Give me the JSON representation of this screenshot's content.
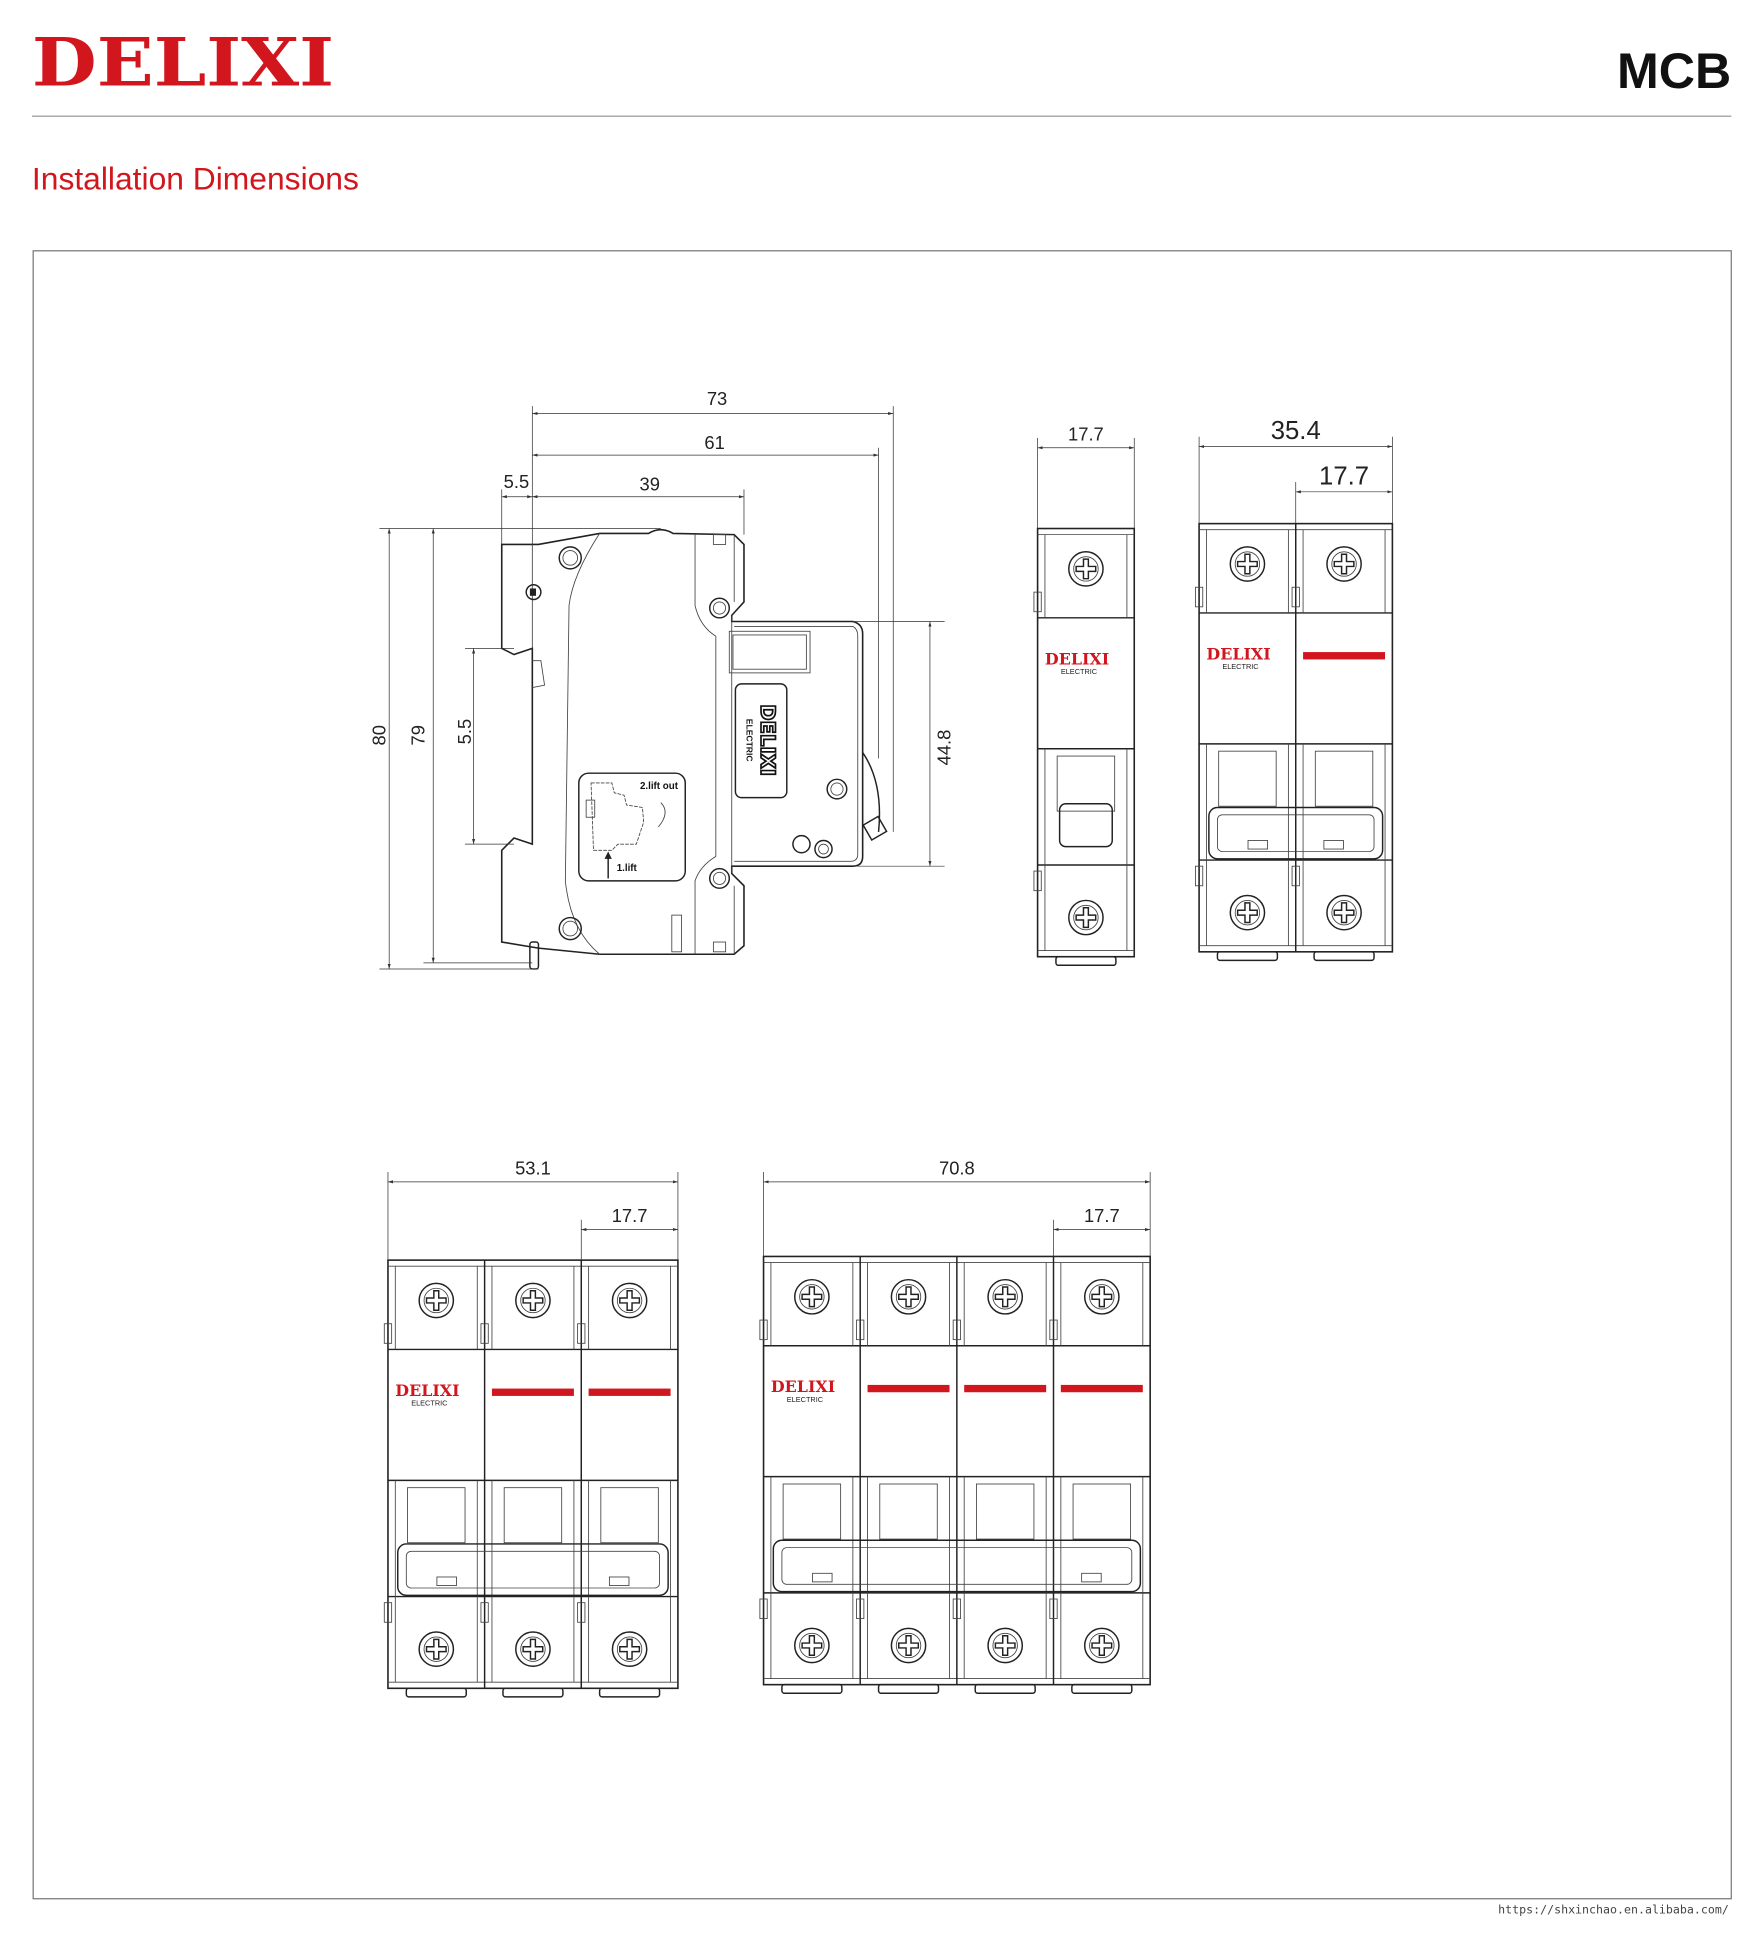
{
  "header": {
    "logo": "DELIXI",
    "product": "MCB",
    "brand_color": "#d2161e"
  },
  "section_title": "Installation Dimensions",
  "side_view": {
    "dims": {
      "overall_depth": "73",
      "depth_61": "61",
      "depth_39": "39",
      "rail_offset": "5.5",
      "height_80": "80",
      "height_79": "79",
      "rail_gap": "5.5",
      "front_height": "44.8"
    },
    "label_brand": "DELIXI",
    "label_sub": "ELECTRIC",
    "instruction_2": "2.lift out",
    "instruction_1": "1.lift"
  },
  "front_views": [
    {
      "poles": 1,
      "total_width": "17.7",
      "pole_width": ""
    },
    {
      "poles": 2,
      "total_width": "35.4",
      "pole_width": "17.7"
    },
    {
      "poles": 3,
      "total_width": "53.1",
      "pole_width": "17.7"
    },
    {
      "poles": 4,
      "total_width": "70.8",
      "pole_width": "17.7"
    }
  ],
  "front_logo": {
    "brand": "DELIXI",
    "sub": "ELECTRIC",
    "red_bar_color": "#d2161e"
  },
  "footer": {
    "url": "https://shxinchao.en.alibaba.com/"
  }
}
